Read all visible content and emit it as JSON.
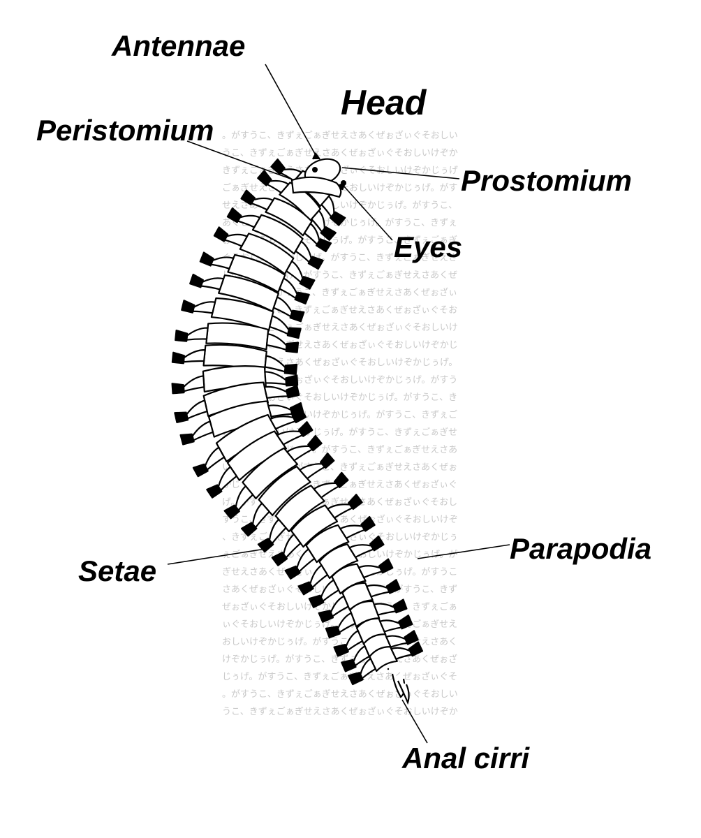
{
  "diagram": {
    "labels": {
      "antennae": "Antennae",
      "head": "Head",
      "peristomium": "Peristomium",
      "prostomium": "Prostomium",
      "eyes": "Eyes",
      "parapodia": "Parapodia",
      "setae": "Setae",
      "anal_cirri": "Anal cirri"
    },
    "colors": {
      "ink": "#000000",
      "background": "#ffffff",
      "bleed_through": "#c9c9c9"
    }
  }
}
